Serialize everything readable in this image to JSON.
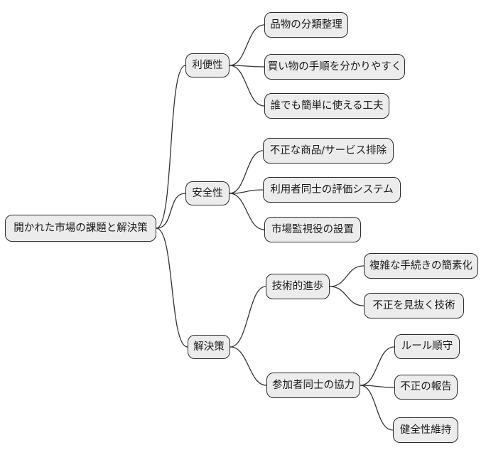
{
  "diagram": {
    "type": "mindmap",
    "orientation": "left-to-right",
    "colors": {
      "background": "#ffffff",
      "node_fill": "#ececec",
      "node_border": "#2b2b2b",
      "edge": "#333333",
      "text": "#1a1a1a"
    },
    "root": {
      "label": "開かれた市場の課題と解決策",
      "children": [
        {
          "label": "利便性",
          "children": [
            {
              "label": "品物の分類整理"
            },
            {
              "label": "買い物の手順を分かりやすく"
            },
            {
              "label": "誰でも簡単に使える工夫"
            }
          ]
        },
        {
          "label": "安全性",
          "children": [
            {
              "label": "不正な商品/サービス排除"
            },
            {
              "label": "利用者同士の評価システム"
            },
            {
              "label": "市場監視役の設置"
            }
          ]
        },
        {
          "label": "解決策",
          "children": [
            {
              "label": "技術的進歩",
              "children": [
                {
                  "label": "複雑な手続きの簡素化"
                },
                {
                  "label": "不正を見抜く技術"
                }
              ]
            },
            {
              "label": "参加者同士の協力",
              "children": [
                {
                  "label": "ルール順守"
                },
                {
                  "label": "不正の報告"
                },
                {
                  "label": "健全性維持"
                }
              ]
            }
          ]
        }
      ]
    }
  }
}
